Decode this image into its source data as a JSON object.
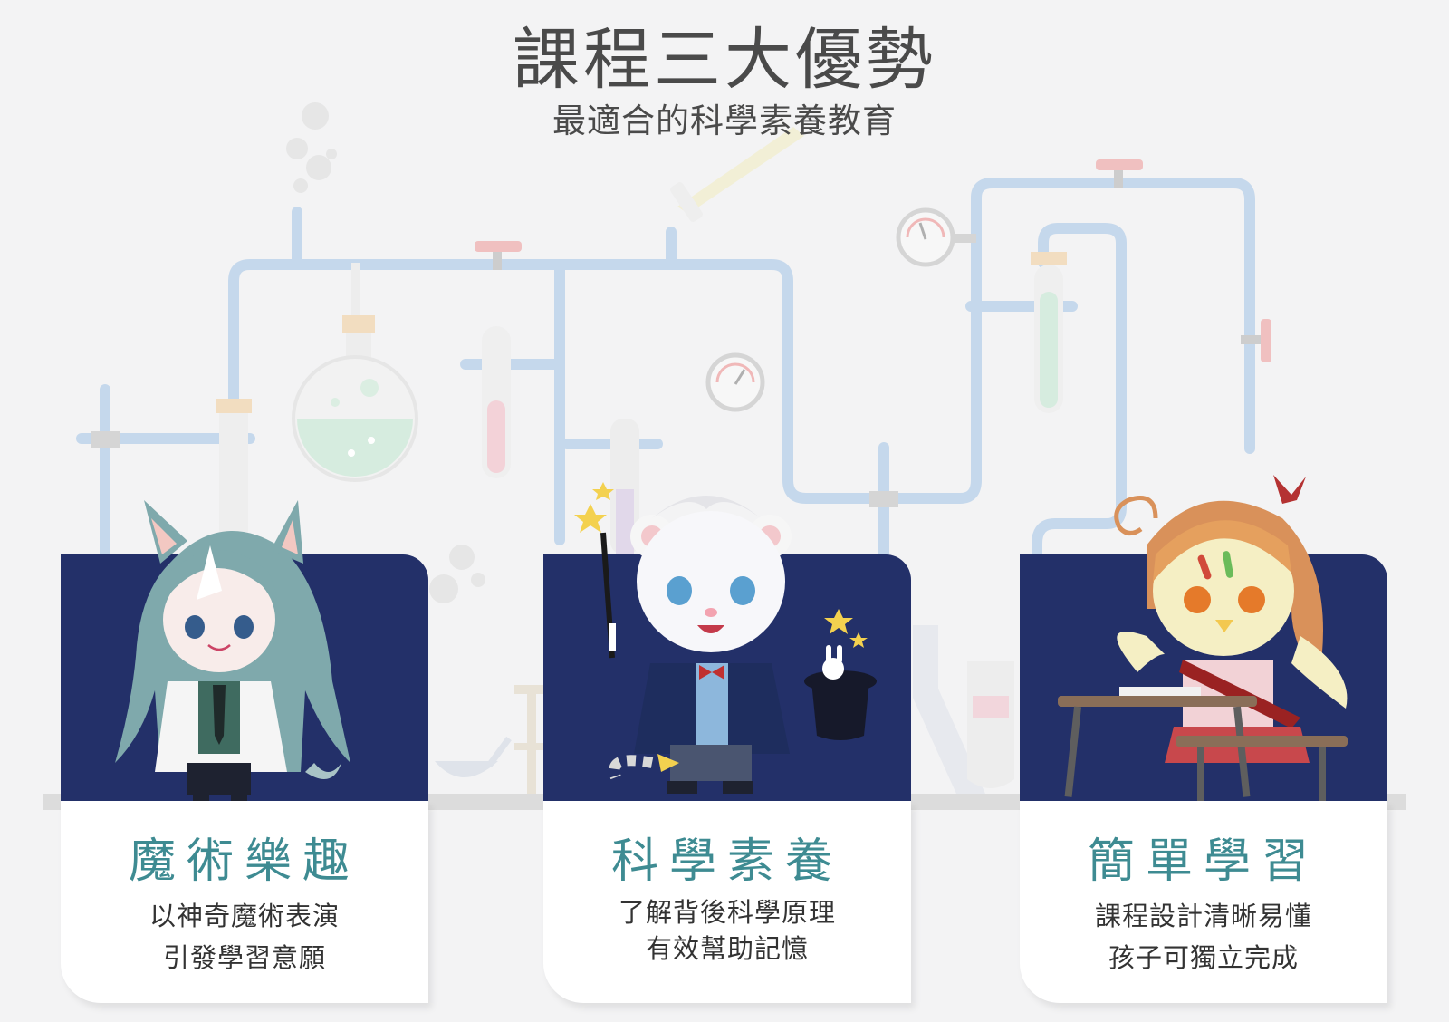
{
  "header": {
    "title": "課程三大優勢",
    "subtitle": "最適合的科學素養教育"
  },
  "cards": [
    {
      "name": "魔術樂趣",
      "desc_line1": "以神奇魔術表演",
      "desc_line2": "引發學習意願"
    },
    {
      "name": "科學素養",
      "desc_line1": "了解背後科學原理",
      "desc_line2": "有效幫助記憶"
    },
    {
      "name": "簡單學習",
      "desc_line1": "課程設計清晰易懂",
      "desc_line2": "孩子可獨立完成"
    }
  ],
  "colors": {
    "card_top": "#233069",
    "card_title": "#3e8b92",
    "pipe": "#c5d8ec",
    "background": "#f3f3f4"
  }
}
